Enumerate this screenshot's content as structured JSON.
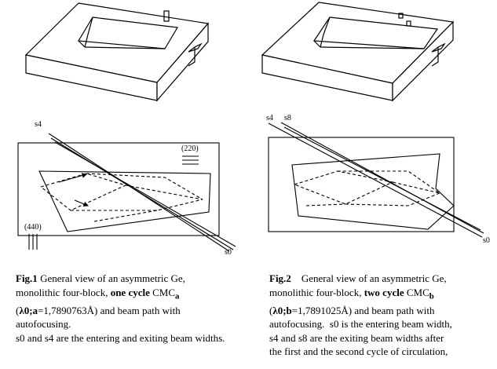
{
  "figure1": {
    "labels": {
      "s4": "s4",
      "s0": "s0",
      "plane_220": "(220)",
      "plane_440": "(440)"
    },
    "caption": {
      "fig": "Fig.1",
      "l1_rest": " General view of an asymmetric Ge,",
      "l2_pre": "monolithic four-block, ",
      "l2_bold": "one cycle",
      "l2_post": " CMC",
      "l2_sub": "a",
      "l3_open": "(",
      "l3_bold": "λ0;a",
      "l3_rest": "=1,7890763Å) and beam path with",
      "l4": "autofocusing.",
      "l5": "s0 and s4 are the entering and exiting beam widths."
    }
  },
  "figure2": {
    "labels": {
      "s4": "s4",
      "s8": "s8",
      "s0": "s0"
    },
    "caption": {
      "fig": "Fig.2",
      "l1_rest": "    General view of an asymmetric Ge,",
      "l2_pre": "monolithic four-block, ",
      "l2_bold": "two cycle",
      "l2_post": " CMC",
      "l2_sub": "b",
      "l3_open": "(",
      "l3_bold": "λ0;b",
      "l3_rest": "=1,7891025Å) and beam path with",
      "l4": "autofocusing.  s0 is the entering beam width,",
      "l5": "s4 and s8 are the exiting beam widths after",
      "l6": "the first and the second cycle of circulation,"
    }
  }
}
